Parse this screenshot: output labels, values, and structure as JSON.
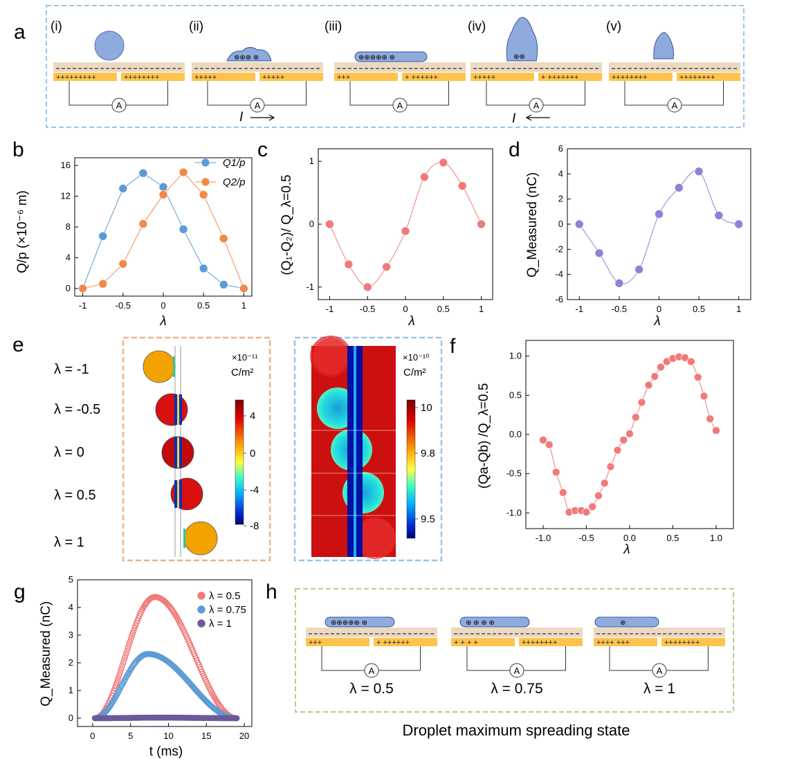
{
  "panels": {
    "a": {
      "label": "a",
      "sub": [
        "(i)",
        "(ii)",
        "(iii)",
        "(iv)",
        "(v)"
      ],
      "ammeter": "A",
      "current": "I"
    },
    "b": {
      "label": "b",
      "ylabel": "Q/p (×10⁻⁶ m)",
      "xlabel": "λ"
    },
    "c": {
      "label": "c",
      "ylabel": "(Q₁-Q₂)/ Q_λ=0.5",
      "xlabel": "λ"
    },
    "d": {
      "label": "d",
      "ylabel": "Q_Measured (nC)",
      "xlabel": "λ"
    },
    "e": {
      "label": "e",
      "lambdas": [
        "λ = -1",
        "λ = -0.5",
        "λ = 0",
        "λ = 0.5",
        "λ = 1"
      ],
      "scale1_exp": "×10⁻¹¹",
      "scale1_unit": "C/m²",
      "scale1_ticks": [
        "4",
        "0",
        "-4",
        "-8"
      ],
      "scale2_exp": "×10⁻¹⁰",
      "scale2_unit": "C/m²",
      "scale2_ticks": [
        "10",
        "9.8",
        "9.5"
      ]
    },
    "f": {
      "label": "f",
      "ylabel": "(Qa-Qb) /Q_λ=0.5",
      "xlabel": "λ"
    },
    "g": {
      "label": "g",
      "ylabel": "Q_Measured (nC)",
      "xlabel": "t (ms)"
    },
    "h": {
      "label": "h",
      "lambdas": [
        "λ = 0.5",
        "λ = 0.75",
        "λ = 1"
      ],
      "caption": "Droplet maximum spreading state"
    }
  },
  "chart_data": [
    {
      "id": "b",
      "type": "line",
      "x": [
        -1,
        -0.75,
        -0.5,
        -0.25,
        0,
        0.25,
        0.5,
        0.75,
        1
      ],
      "series": [
        {
          "name": "Q1/p",
          "color": "#5b9bd5",
          "values": [
            0,
            6.8,
            13.0,
            15.0,
            13.2,
            7.7,
            2.6,
            0.5,
            0
          ]
        },
        {
          "name": "Q2/p",
          "color": "#f08a4b",
          "values": [
            0,
            0.6,
            3.2,
            8.4,
            12.2,
            15.1,
            12.2,
            6.5,
            0
          ]
        }
      ],
      "xlim": [
        -1.1,
        1.1
      ],
      "ylim": [
        -1,
        17
      ],
      "xticks": [
        -1,
        -0.5,
        0,
        0.5,
        1
      ],
      "yticks": [
        0,
        4,
        8,
        12,
        16
      ],
      "legend": "top-right"
    },
    {
      "id": "c",
      "type": "scatter",
      "x": [
        -1,
        -0.75,
        -0.5,
        -0.25,
        0,
        0.25,
        0.5,
        0.75,
        1
      ],
      "series": [
        {
          "color": "#f07a7a",
          "values": [
            0,
            -0.64,
            -1.0,
            -0.68,
            -0.11,
            0.75,
            0.98,
            0.61,
            0
          ]
        }
      ],
      "xlim": [
        -1.15,
        1.15
      ],
      "ylim": [
        -1.2,
        1.2
      ],
      "xticks": [
        -1,
        -0.5,
        0,
        0.5,
        1
      ],
      "yticks": [
        -1,
        0,
        1
      ]
    },
    {
      "id": "d",
      "type": "scatter",
      "x": [
        -1,
        -0.75,
        -0.5,
        -0.25,
        0,
        0.25,
        0.5,
        0.75,
        1
      ],
      "series": [
        {
          "color": "#8a84d6",
          "values": [
            0,
            -2.3,
            -4.7,
            -3.6,
            0.8,
            2.9,
            4.2,
            0.7,
            0
          ]
        }
      ],
      "xlim": [
        -1.15,
        1.15
      ],
      "ylim": [
        -6,
        6
      ],
      "xticks": [
        -1,
        -0.5,
        0,
        0.5,
        1
      ],
      "yticks": [
        -6,
        -4,
        -2,
        0,
        2,
        4,
        6
      ]
    },
    {
      "id": "f",
      "type": "scatter",
      "x": [
        -1,
        -0.93,
        -0.85,
        -0.77,
        -0.7,
        -0.63,
        -0.56,
        -0.5,
        -0.43,
        -0.36,
        -0.29,
        -0.22,
        -0.14,
        -0.07,
        0,
        0.07,
        0.14,
        0.22,
        0.29,
        0.36,
        0.43,
        0.5,
        0.57,
        0.64,
        0.71,
        0.79,
        0.86,
        0.93,
        1.0
      ],
      "series": [
        {
          "color": "#f07a7a",
          "values": [
            -0.07,
            -0.13,
            -0.48,
            -0.74,
            -0.99,
            -0.97,
            -0.97,
            -0.99,
            -0.92,
            -0.78,
            -0.62,
            -0.41,
            -0.2,
            -0.07,
            0.01,
            0.22,
            0.41,
            0.63,
            0.74,
            0.86,
            0.93,
            0.97,
            0.99,
            0.98,
            0.93,
            0.73,
            0.49,
            0.2,
            0.05
          ]
        }
      ],
      "xlim": [
        -1.2,
        1.2
      ],
      "ylim": [
        -1.2,
        1.2
      ],
      "xticks": [
        -1.0,
        -0.5,
        0.0,
        0.5,
        1.0
      ],
      "yticks": [
        -1.0,
        -0.5,
        0.0,
        0.5,
        1.0
      ]
    },
    {
      "id": "g",
      "type": "scatter",
      "xlim": [
        -2,
        21
      ],
      "ylim": [
        -0.3,
        5
      ],
      "xticks": [
        0,
        5,
        10,
        15,
        20
      ],
      "yticks": [
        0,
        1,
        2,
        3,
        4,
        5
      ],
      "legend": "top-right",
      "series": [
        {
          "name": "λ = 0.5",
          "color": "#f07a7a",
          "peak": 4.38,
          "t0": 0.3,
          "t1": 19.0,
          "tpeak": 8.2
        },
        {
          "name": "λ = 0.75",
          "color": "#5b9bd5",
          "peak": 2.32,
          "t0": 0.3,
          "t1": 19.0,
          "tpeak": 7.3
        },
        {
          "name": "λ = 1",
          "color": "#6a5a9a",
          "peak": 0.02,
          "t0": 0.3,
          "t1": 19.0,
          "tpeak": 9.0
        }
      ]
    }
  ],
  "colors": {
    "dashed_a": "#9dc3e6",
    "dashed_e1": "#f4b183",
    "dashed_e2": "#9dc3e6",
    "dashed_h": "#a9d18e",
    "electrode": "#ffc34d",
    "dielectric": "#ecd9c0",
    "droplet": "#8faadc"
  }
}
